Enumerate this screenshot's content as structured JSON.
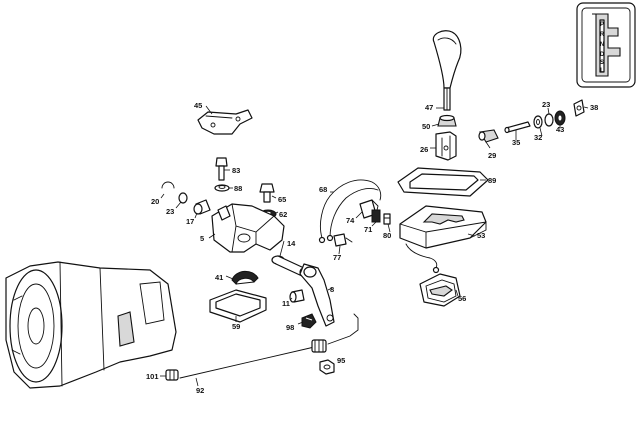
{
  "diagram": {
    "callouts": [
      {
        "id": "c45",
        "label": "45"
      },
      {
        "id": "c83",
        "label": "83"
      },
      {
        "id": "c88",
        "label": "88"
      },
      {
        "id": "c65",
        "label": "65"
      },
      {
        "id": "c62",
        "label": "62"
      },
      {
        "id": "c20",
        "label": "20"
      },
      {
        "id": "c23a",
        "label": "23"
      },
      {
        "id": "c17",
        "label": "17"
      },
      {
        "id": "c5",
        "label": "5"
      },
      {
        "id": "c14",
        "label": "14"
      },
      {
        "id": "c41",
        "label": "41"
      },
      {
        "id": "c59",
        "label": "59"
      },
      {
        "id": "c11",
        "label": "11"
      },
      {
        "id": "c8",
        "label": "8"
      },
      {
        "id": "c98",
        "label": "98"
      },
      {
        "id": "c68",
        "label": "68"
      },
      {
        "id": "c74",
        "label": "74"
      },
      {
        "id": "c71",
        "label": "71"
      },
      {
        "id": "c80",
        "label": "80"
      },
      {
        "id": "c77",
        "label": "77"
      },
      {
        "id": "c47",
        "label": "47"
      },
      {
        "id": "c50",
        "label": "50"
      },
      {
        "id": "c26",
        "label": "26"
      },
      {
        "id": "c29",
        "label": "29"
      },
      {
        "id": "c35",
        "label": "35"
      },
      {
        "id": "c32",
        "label": "32"
      },
      {
        "id": "c23b",
        "label": "23"
      },
      {
        "id": "c43",
        "label": "43"
      },
      {
        "id": "c38",
        "label": "38"
      },
      {
        "id": "c89",
        "label": "89"
      },
      {
        "id": "c53",
        "label": "53"
      },
      {
        "id": "c56",
        "label": "56"
      },
      {
        "id": "c95",
        "label": "95"
      },
      {
        "id": "c92",
        "label": "92"
      },
      {
        "id": "c101",
        "label": "101"
      }
    ],
    "gate_inset": {
      "letters": [
        "P",
        "R",
        "N",
        "D",
        "S",
        "L"
      ]
    }
  }
}
